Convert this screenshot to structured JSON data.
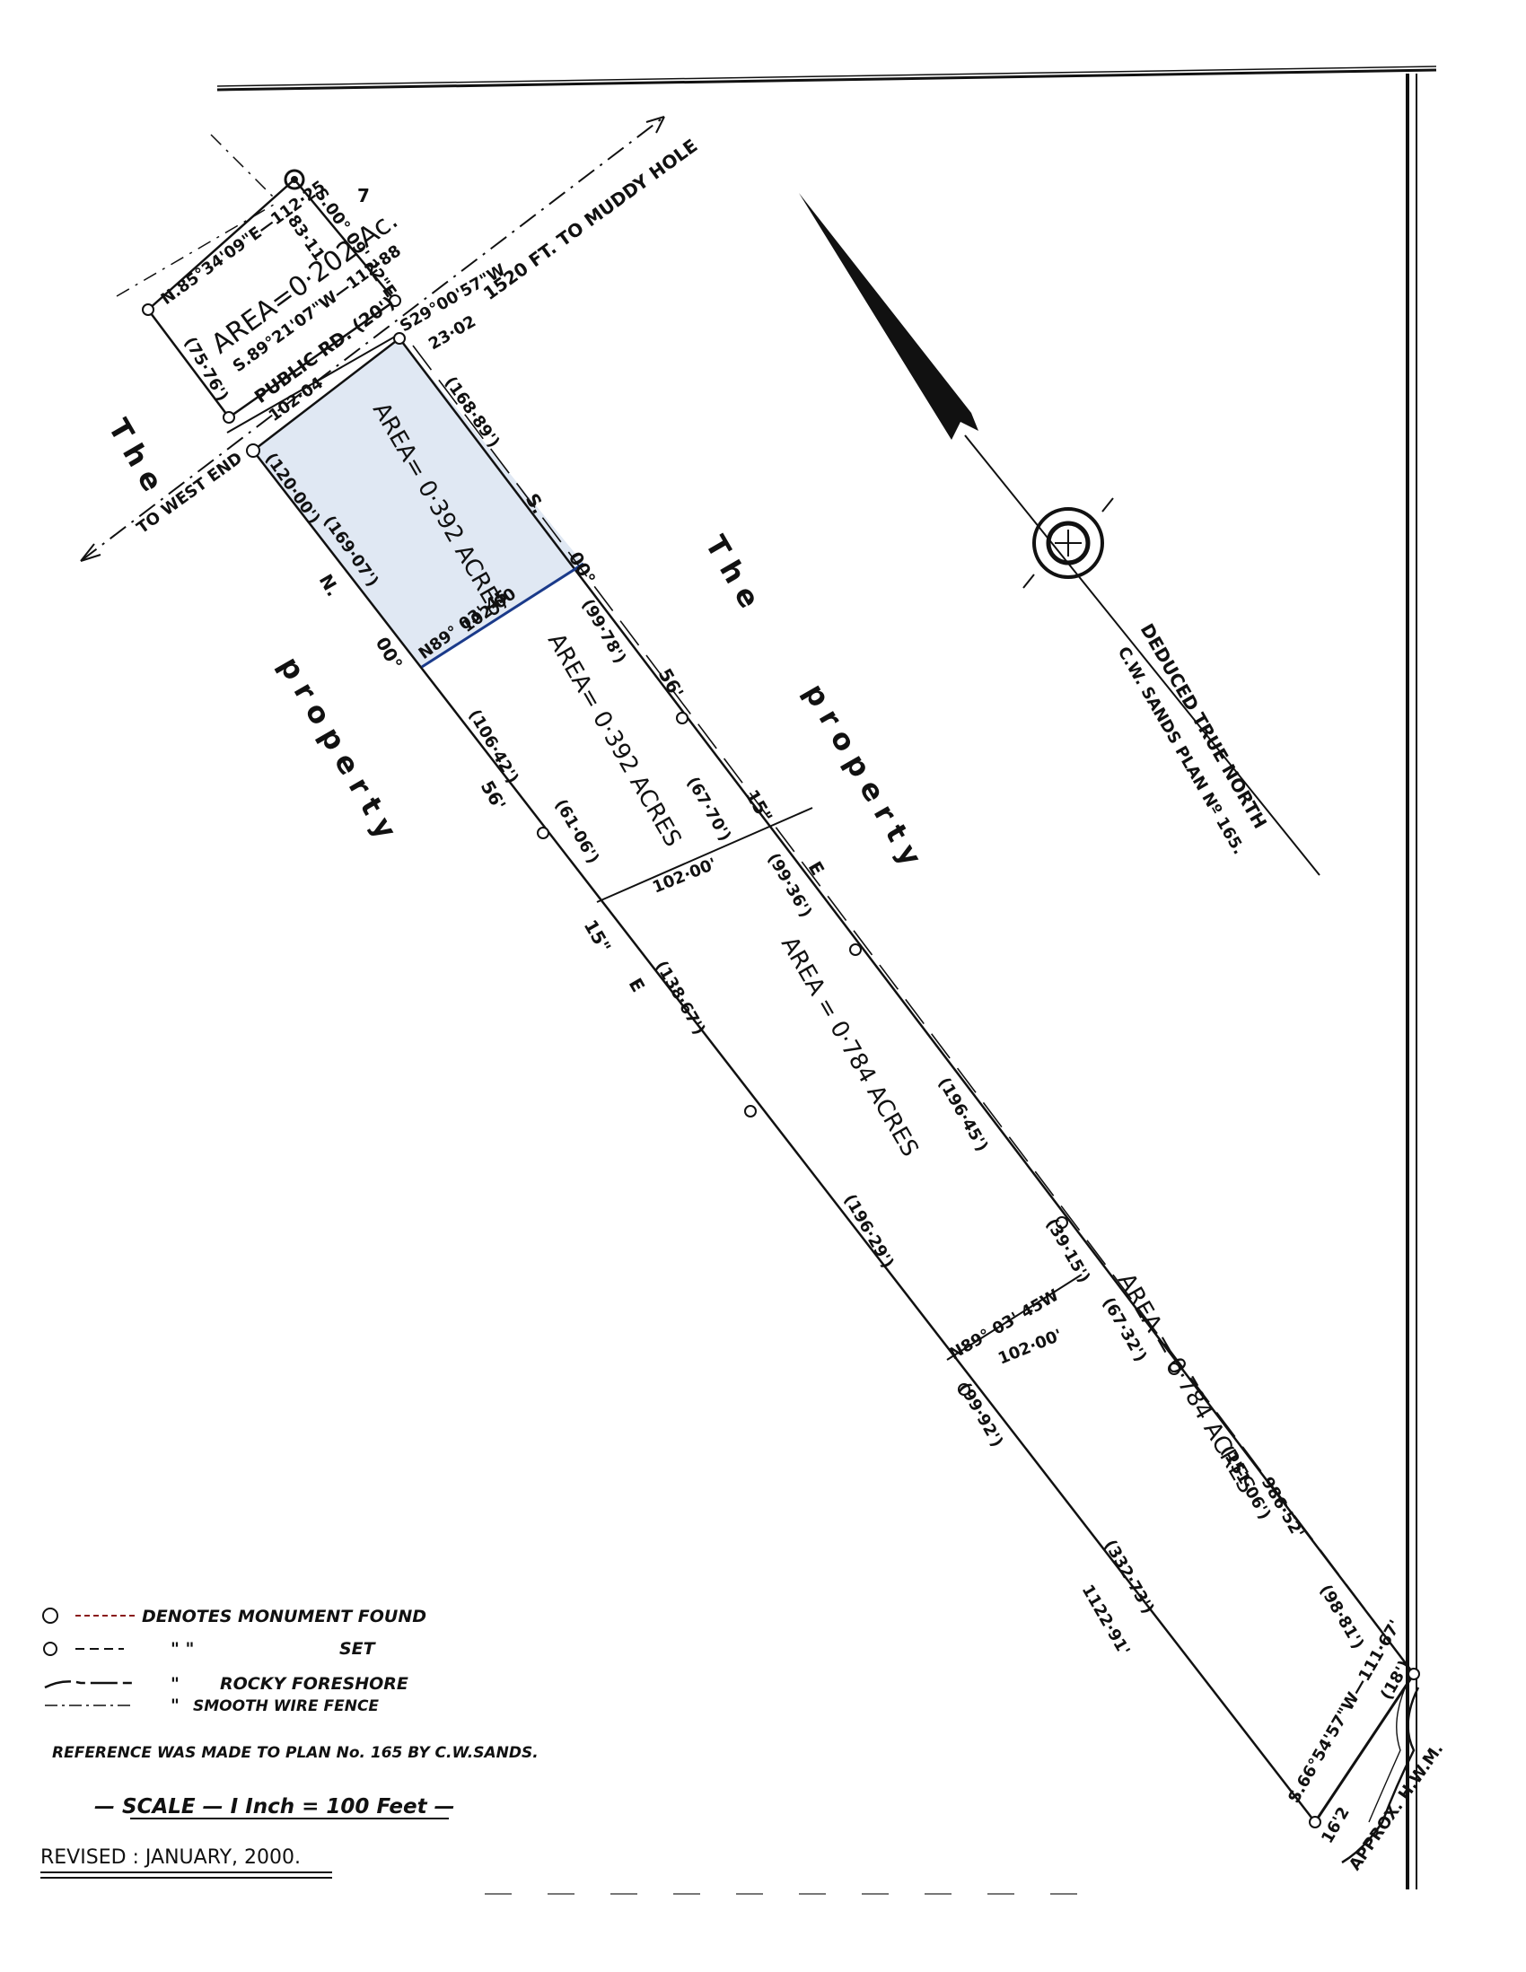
{
  "labels": {
    "road_north": "1520 FT. TO MUDDY HOLE",
    "road_south": "TO WEST END",
    "public_road": "PUBLIC RD. (20')",
    "top_lot_area": "AREA=0·202 Ac.",
    "top_lot_north": "N.85°34'09\"E—112·25",
    "top_lot_east": "S.00° 09' 22\"E",
    "top_lot_east_dist": "83·11",
    "top_lot_south": "S.89°21'07\"W—112·88",
    "top_lot_west": "(75·76')",
    "s29": "S29°00'57\"W",
    "s29_dist": "23·02",
    "num_7": "7",
    "lot1_frontage": "102·04",
    "lot1_west": "(120·00')",
    "lot1_east": "(168·89')",
    "lot1_west2": "(169·07')",
    "lot1_area": "AREA= 0·392 ACRES",
    "lot2_area": "AREA= 0·392 ACRES",
    "lot3_area": "AREA = 0·784 ACRES",
    "lot4_area": "AREA = 0·784 ACRES",
    "line1_bearing": "N89° 03' 45",
    "line1_dist": "102·00",
    "line2_dist": "102·00'",
    "line3_bearing": "N89° 03' 45W",
    "line3_dist": "102·00'",
    "east_1": "(99·78')",
    "east_2": "(67·70')",
    "east_3": "(99·36')",
    "east_4": "(196·45')",
    "east_5": "(39·15')",
    "east_6": "(67·32')",
    "east_7": "(151·06')",
    "east_8": "(98·81')",
    "east_total": "986·52'",
    "west_1": "(106·42')",
    "west_2": "(61·06')",
    "west_3": "(138·67')",
    "west_4": "(196·29')",
    "west_5": "(99·92')",
    "west_6": "(332·73')",
    "west_total": "1122·91'",
    "bear_s_1": "S.",
    "bear_s_2": "00°",
    "bear_s_3": "56'",
    "bear_s_4": "15\"",
    "bear_s_5": "E",
    "bear_n_1": "N.",
    "bear_n_2": "00°",
    "bear_n_3": "56'",
    "bear_n_4": "15\"",
    "bear_n_5": "E",
    "south_line": "S.66°54'57\"W—111·67'",
    "south_dim": "(18')",
    "south_dim2": "16'2",
    "hwm": "APPROX. H.W.M.",
    "the_left": "The",
    "property_left": "property",
    "the_right": "The",
    "property_right": "property",
    "north_1": "DEDUCED TRUE NORTH",
    "north_2": "C.W. SANDS PLAN Nº 165."
  },
  "legend": {
    "found": "DENOTES  MONUMENT  FOUND",
    "set_mark": "\"          \"",
    "set": "SET",
    "rocky_mark": "\"",
    "rocky": "ROCKY   FORESHORE",
    "fence_mark": "\"",
    "fence": "SMOOTH  WIRE FENCE",
    "reference": "REFERENCE   WAS MADE   TO  PLAN No. 165  BY  C.W.SANDS."
  },
  "scale": "— SCALE — I Inch = 100 Feet —",
  "revised": "REVISED :  JANUARY,  2000."
}
